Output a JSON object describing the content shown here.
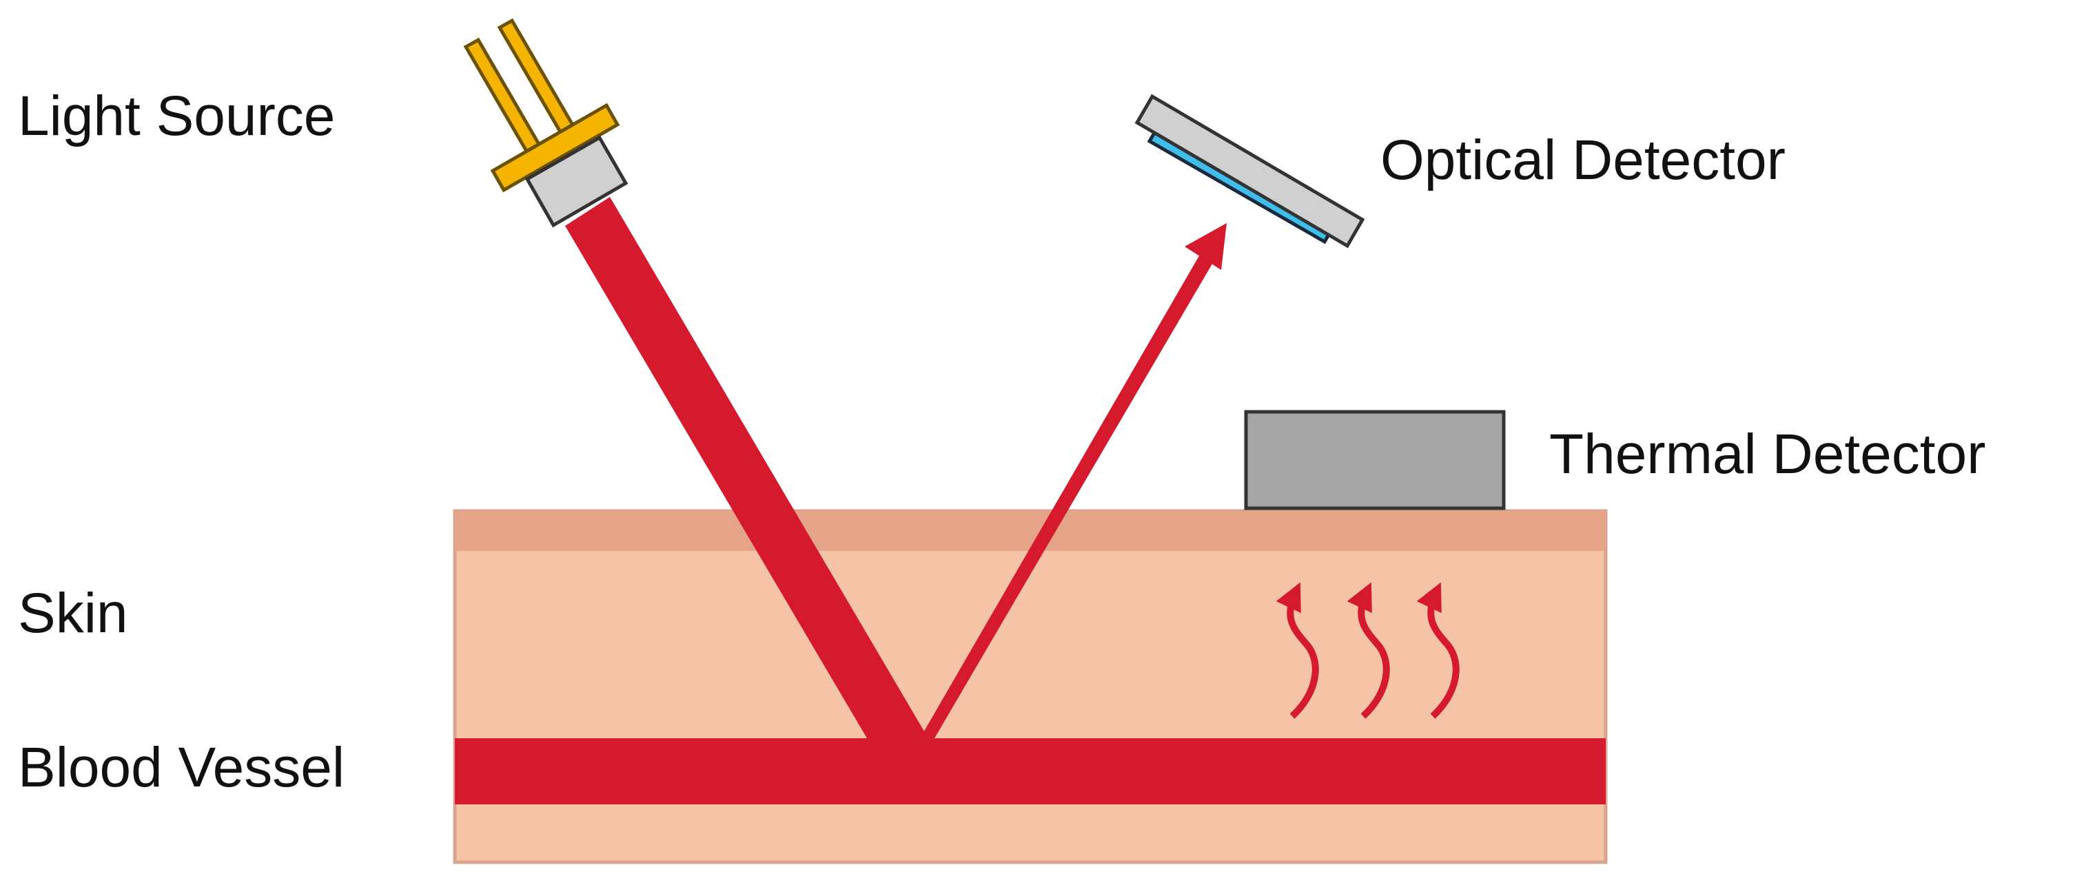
{
  "labels": {
    "light_source": "Light Source",
    "optical_detector": "Optical Detector",
    "thermal_detector": "Thermal Detector",
    "skin": "Skin",
    "blood_vessel": "Blood Vessel"
  },
  "colors": {
    "skin_surface": "#E5A487",
    "skin_body": "#F5C4A6",
    "skin_border": "#D8A48E",
    "blood": "#D51A2E",
    "led_lead": "#F5B400",
    "led_outline": "#6B5200",
    "device_gray_light": "#D0D0D0",
    "device_gray": "#A6A6A6",
    "sensor_blue": "#40BDEB",
    "outline": "#333333"
  }
}
